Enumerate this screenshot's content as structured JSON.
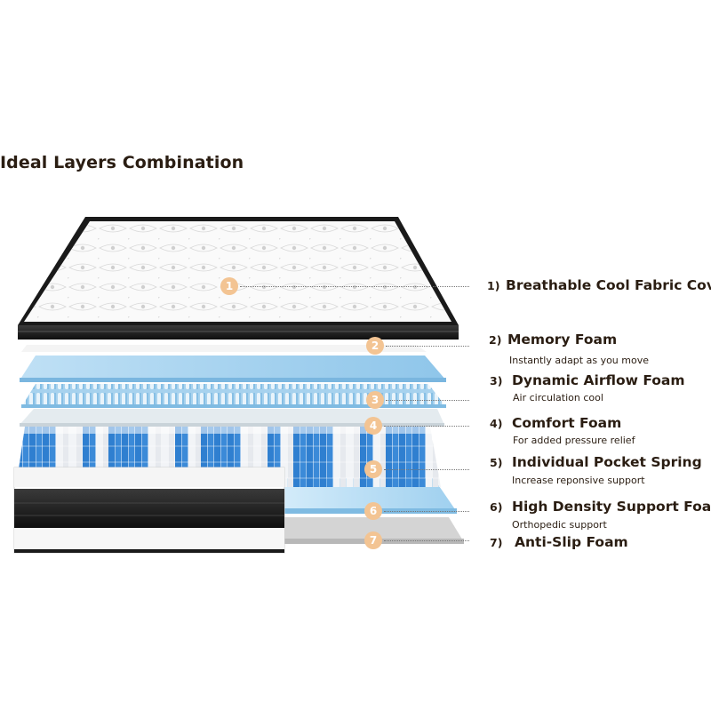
{
  "title": "Ideal Layers Combination",
  "colors": {
    "marker": "#f3c493",
    "text": "#2a1d12",
    "cover_border": "#1a1a1a",
    "gel_foam": "#a9d4f0",
    "spring_blue": "#2f7fd0",
    "support_foam": "#c6e6f8",
    "anti_slip": "#d2d2d2"
  },
  "layers": [
    {
      "marker": "1",
      "number": "1)",
      "name": "Breathable Cool Fabric Cover",
      "description": ""
    },
    {
      "marker": "2",
      "number": "2)",
      "name": "Memory Foam",
      "description": "Instantly adapt as you move"
    },
    {
      "marker": "3",
      "number": "3)",
      "name": "Dynamic  Airflow Foam",
      "description": "Air circulation cool"
    },
    {
      "marker": "4",
      "number": "4)",
      "name": "Comfort Foam",
      "description": "For added  pressure relief"
    },
    {
      "marker": "5",
      "number": "5)",
      "name": "Individual Pocket Spring",
      "description": "Increase reponsive support"
    },
    {
      "marker": "6",
      "number": "6)",
      "name": "High Density Support Foam",
      "description": "Orthopedic support"
    },
    {
      "marker": "7",
      "number": "7)",
      "name": "Anti-Slip Foam",
      "description": ""
    }
  ]
}
